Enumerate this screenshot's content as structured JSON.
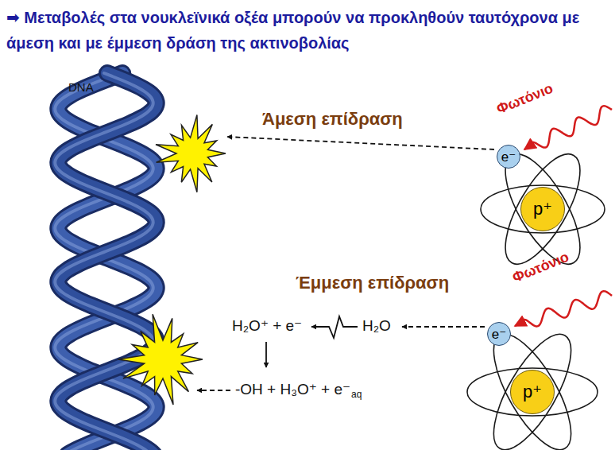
{
  "diagram": {
    "title": "➡ Μεταβολές στα νουκλεϊνικά οξέα μπορούν να προκληθούν ταυτόχρονα με άμεση και με έμμεση δράση της ακτινοβολίας",
    "nodes": [
      {
        "text": [
          "e⁻"
        ]
      },
      {
        "text": [
          "p⁺"
        ]
      },
      {
        "text": [
          "e⁻"
        ]
      },
      {
        "text": [
          "p⁺"
        ]
      }
    ],
    "labels": [
      "DNA",
      "Άμεση επίδραση",
      "Φωτόνιο",
      "Έμμεση επίδραση",
      "Φωτόνιο",
      "H₂O⁺ + e⁻",
      "H₂O",
      "-OH + H₃O⁺ + e⁻",
      "aq"
    ]
  }
}
